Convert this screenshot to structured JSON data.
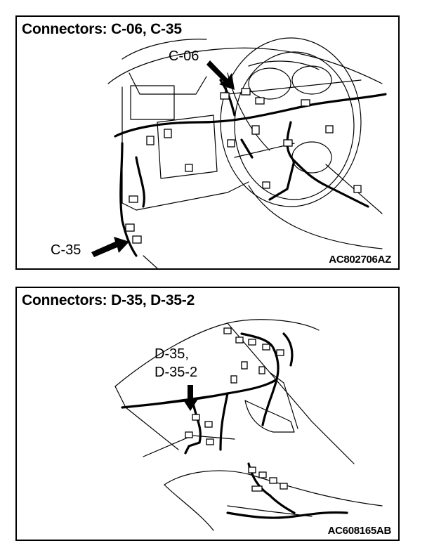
{
  "panels": [
    {
      "title": "Connectors: C-06, C-35",
      "figure_code": "AC802706AZ",
      "callouts": [
        "C-06",
        "C-35"
      ]
    },
    {
      "title": "Connectors: D-35, D-35-2",
      "figure_code": "AC608165AB",
      "callouts": [
        "D-35,",
        "D-35-2"
      ]
    }
  ],
  "icons": [
    "arrow-icon"
  ]
}
